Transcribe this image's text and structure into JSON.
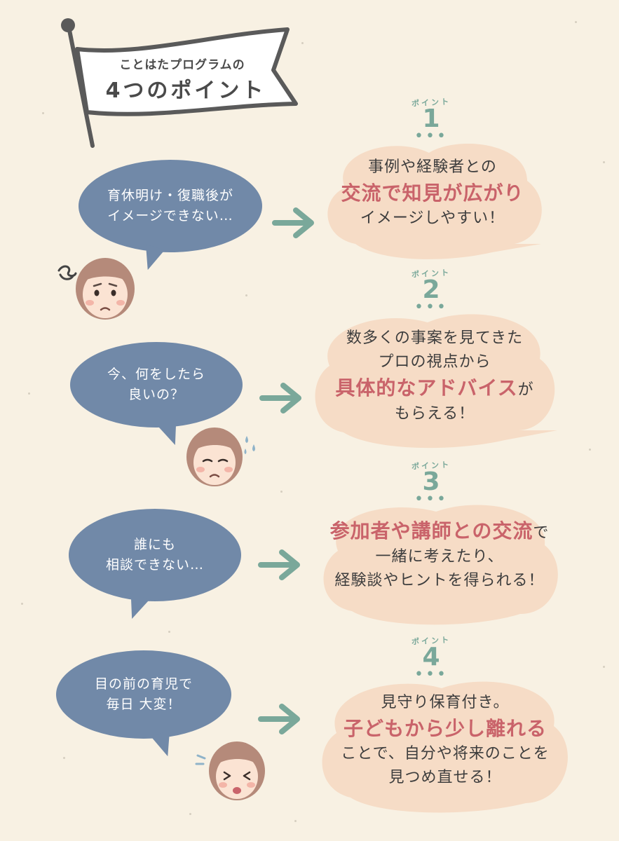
{
  "header": {
    "subtitle": "ことはたプログラムの",
    "title": "4つのポイント"
  },
  "point_label": "ポイント",
  "points": [
    {
      "number": "1",
      "worry": [
        "育休明け・復職後が",
        "イメージできない…"
      ],
      "answer": [
        "事例や経験者との",
        "交流で知見が広がり",
        "イメージしやすい！"
      ]
    },
    {
      "number": "2",
      "worry": [
        "今、何をしたら",
        "良いの？"
      ],
      "answer": [
        "数多くの事案を見てきた",
        "プロの視点から",
        "具体的なアドバイス",
        "が",
        "もらえる！"
      ]
    },
    {
      "number": "3",
      "worry": [
        "誰にも",
        "相談できない…"
      ],
      "answer": [
        "参加者や講師との交流",
        "で",
        "一緒に考えたり、",
        "経験談やヒントを得られる！"
      ]
    },
    {
      "number": "4",
      "worry": [
        "目の前の育児で",
        "毎日 大変！"
      ],
      "answer": [
        "見守り保育付き。",
        "子どもから少し離れる",
        "ことで、自分や将来のことを",
        "見つめ直せる！"
      ]
    }
  ],
  "colors": {
    "background": "#f8f1e3",
    "worry_bubble": "#7189a8",
    "answer_cloud": "#f6dcc6",
    "highlight": "#c9636a",
    "accent_green": "#7aa89a"
  }
}
